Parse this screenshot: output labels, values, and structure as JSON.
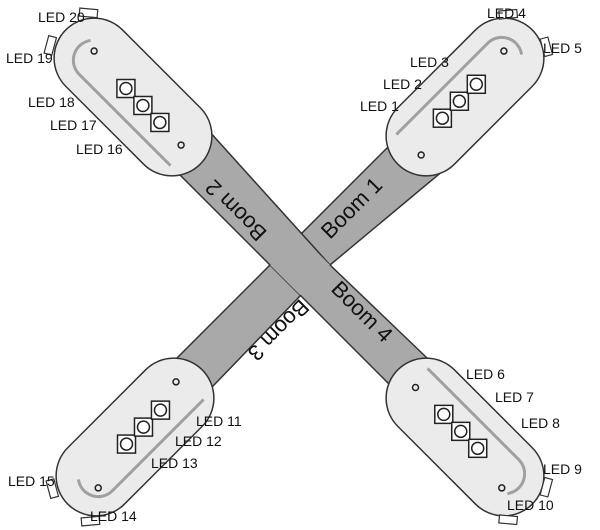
{
  "booms": [
    "Boom 1",
    "Boom 2",
    "Boom 3",
    "Boom 4"
  ],
  "leds": [
    "LED 1",
    "LED 2",
    "LED 3",
    "LED 4",
    "LED 5",
    "LED 6",
    "LED 7",
    "LED 8",
    "LED 9",
    "LED 10",
    "LED 11",
    "LED 12",
    "LED 13",
    "LED 14",
    "LED 15",
    "LED 16",
    "LED 17",
    "LED 18",
    "LED 19",
    "LED 20"
  ],
  "colors": {
    "boom": "#a9a9a9",
    "pod": "#ebebeb",
    "arrow": "#a0a0a0"
  }
}
